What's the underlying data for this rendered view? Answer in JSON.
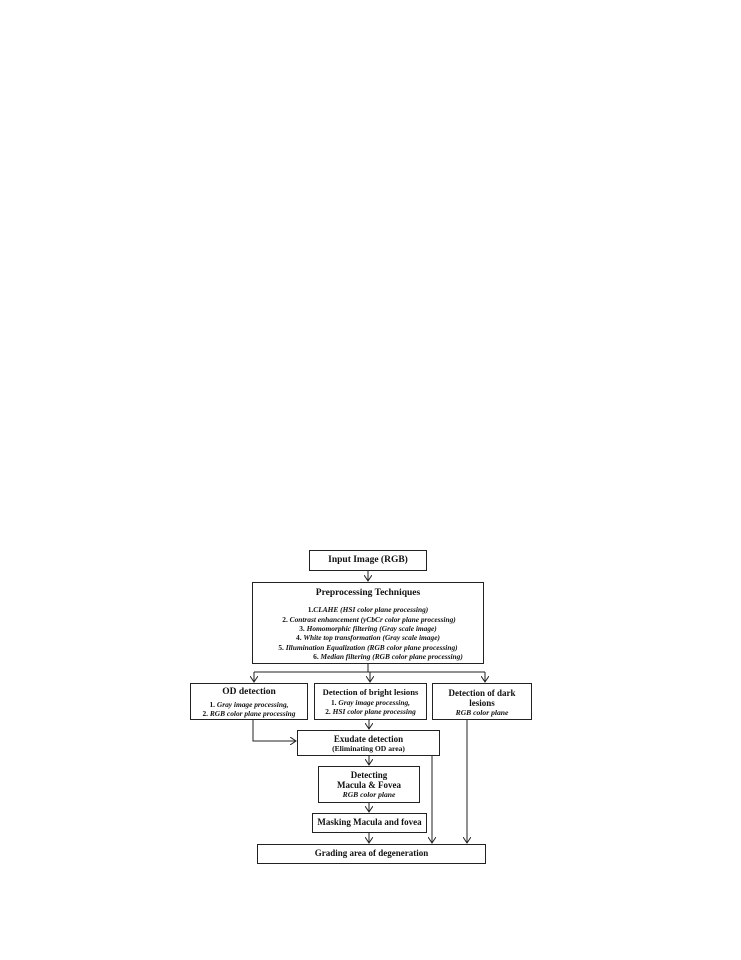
{
  "flowchart": {
    "input": {
      "title": "Input Image (RGB)"
    },
    "preprocessing": {
      "title": "Preprocessing Techniques",
      "items": [
        {
          "num": "1.",
          "text": "CLAHE (HSI color plane processing)"
        },
        {
          "num": "2. ",
          "text": "Contrast enhancement  (yCbCr color plane processing)"
        },
        {
          "num": "3. ",
          "text": "Homomorphic filtering (Gray scale image)"
        },
        {
          "num": "4. ",
          "text": "White top transformation (Gray scale image)"
        },
        {
          "num": "5. ",
          "text": "Illumination Equalization (RGB color plane processing)"
        },
        {
          "num": "6. ",
          "text": "Median filtering (RGB color plane processing)"
        }
      ]
    },
    "od_detection": {
      "title": "OD detection",
      "items": [
        {
          "num": "1. ",
          "text": "Gray image processing,"
        },
        {
          "num": "2. ",
          "text": "RGB color plane processing"
        }
      ]
    },
    "bright_lesions": {
      "title": "Detection of bright lesions",
      "items": [
        {
          "num": "1. ",
          "text": "Gray image processing,"
        },
        {
          "num": "2. ",
          "text": "HSI color plane processing"
        }
      ]
    },
    "dark_lesions": {
      "title_line1": "Detection of dark",
      "title_line2": "lesions",
      "note": "RGB color plane"
    },
    "exudate": {
      "title": "Exudate detection",
      "note": "(Eliminating OD area)"
    },
    "macula": {
      "title_line1": "Detecting",
      "title_line2": "Macula & Fovea",
      "note": "RGB color plane"
    },
    "masking": {
      "title": "Masking Macula and fovea"
    },
    "grading": {
      "title": "Grading area of degeneration"
    }
  }
}
